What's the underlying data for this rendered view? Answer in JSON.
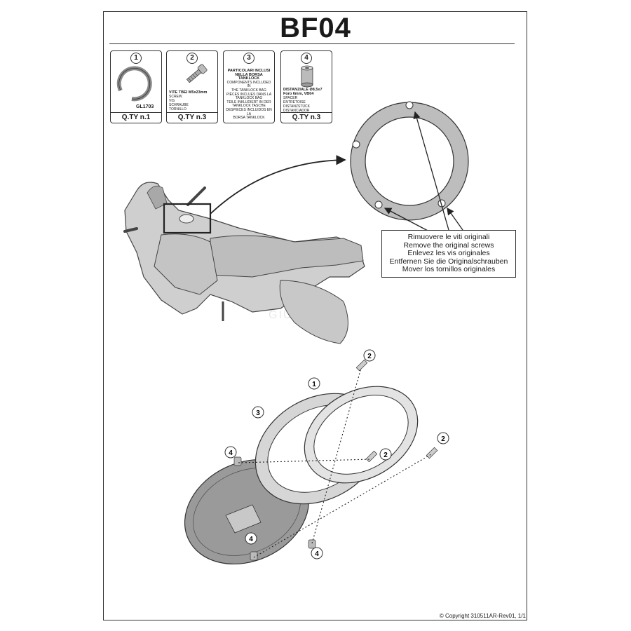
{
  "header": {
    "title": "BF04"
  },
  "parts": [
    {
      "number": "1",
      "code": "GL1703",
      "qty": "Q.TY n.1"
    },
    {
      "number": "2",
      "name_lines": [
        "VITE TBEI M5x23mm",
        "SCREW",
        "VIS",
        "SCHRAUBE",
        "TORNILLO"
      ],
      "qty": "Q.TY n.3"
    },
    {
      "number": "3",
      "lines": [
        "PARTICOLARI INCLUSI",
        "NELLA BORSA TANKLOCK",
        "COMPONENTS INCLUDED IN",
        "THE TANKLOCK BAG",
        "PIÈCES INCLUES DANS LA",
        "TANKLOCK BAG",
        "TEILE INKLUDIERT IN DER",
        "TANKLOCK TASCHE",
        "DESPIECES INCLUIDOS EN LA",
        "BORSA TANKLOCK"
      ]
    },
    {
      "number": "4",
      "name_lines": [
        "DISTANZIALE Ø8,5x7",
        "Foro 6mm, VB04",
        "SPACER",
        "ENTRETOISE",
        "DISTANZSTÜCK",
        "DISTANCIADOR"
      ],
      "qty": "Q.TY n.3"
    }
  ],
  "callout": {
    "lines": [
      "Rimuovere le viti originali",
      "Remove the original screws",
      "Enlevez  les vis originales",
      "Entfernen Sie die Originalschrauben",
      "Mover los tornillos originales"
    ]
  },
  "watermark": "GIUBERT",
  "labels": {
    "one": "1",
    "two": "2",
    "three": "3",
    "four": "4"
  },
  "footer": {
    "copyright": "© Copyright 310511AR-Rev01, 1/1"
  }
}
